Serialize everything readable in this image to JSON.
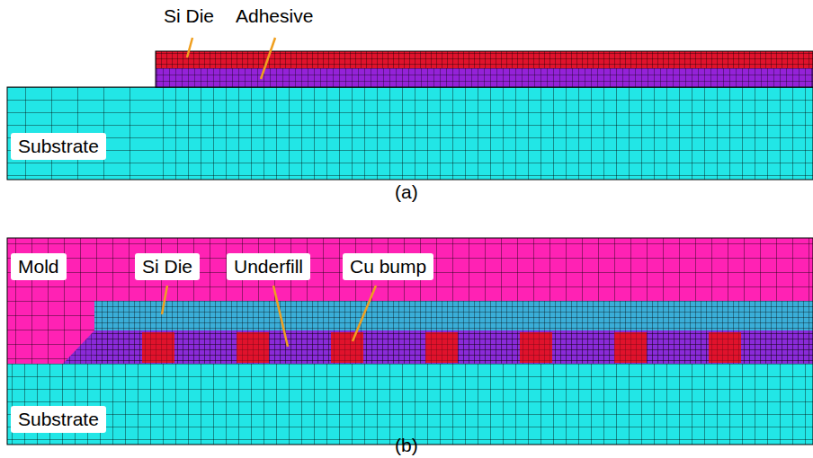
{
  "diagram": {
    "labels": [
      "Si Die",
      "Adhesive",
      "Substrate",
      "(a)",
      "Mold",
      "Si Die",
      "Underfill",
      "Cu bump",
      "Substrate",
      "(b)"
    ]
  }
}
